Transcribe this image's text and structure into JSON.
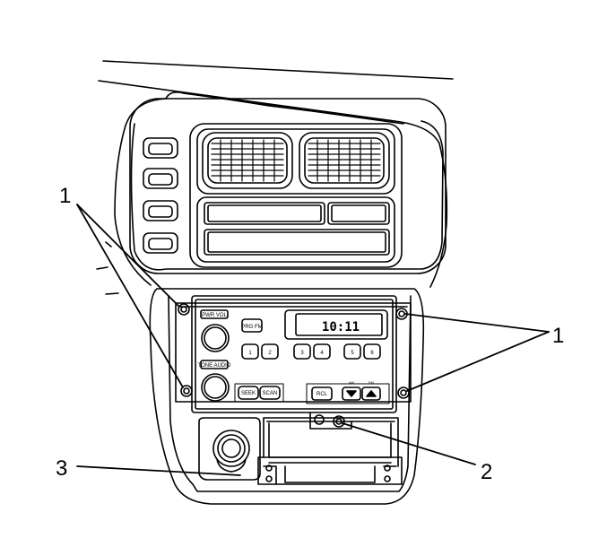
{
  "callouts": {
    "left": "1",
    "right": "1",
    "bracket": "2",
    "ashtray": "3"
  },
  "radio": {
    "clock": "10:11",
    "left_knob_top_label": "PWR VOL",
    "left_knob_bottom_label": "TONE AUDIO",
    "mode_button": "PRG FM",
    "presets": [
      "1",
      "2",
      "3",
      "4",
      "5",
      "6"
    ],
    "bottom_left_buttons": [
      "SEEK",
      "SCAN"
    ],
    "bottom_right_buttons": [
      "RCL"
    ],
    "arrow_labels": [
      "AM",
      "FM"
    ]
  },
  "icons": {
    "screw": "screw-icon",
    "knob": "knob-icon",
    "vent": "vent-grille"
  }
}
